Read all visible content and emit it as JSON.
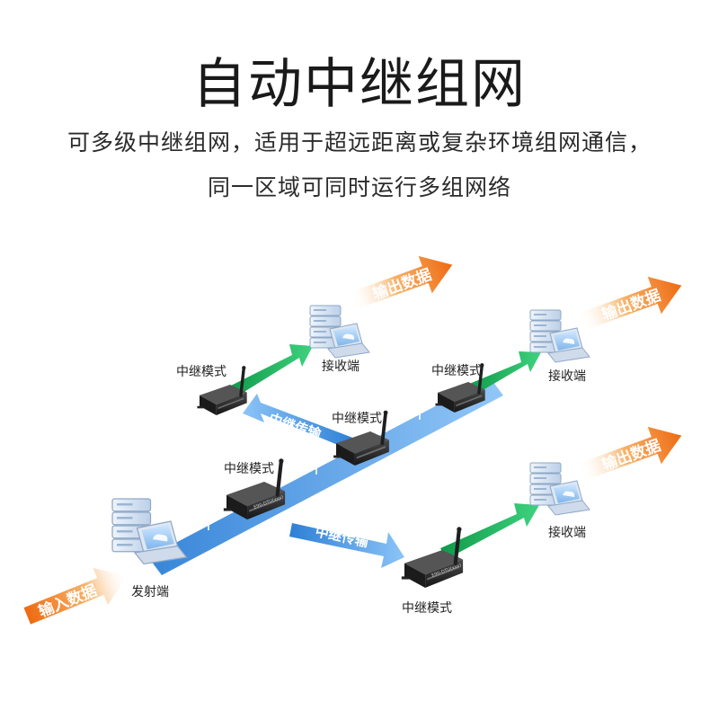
{
  "header": {
    "title": "自动中继组网",
    "subtitle_line1": "可多级中继组网，适用于超远距离或复杂环境组网通信，",
    "subtitle_line2": "同一区域可同时运行多组网络"
  },
  "diagram": {
    "labels": {
      "relay_mode": "中继模式",
      "relay_transfer": "中继传输",
      "receiver": "接收端",
      "sender": "发射端",
      "input_data": "输入数据",
      "output_data": "输出数据",
      "device_model": "E90-DTU(xxx)"
    },
    "colors": {
      "blue_path": "#3d8fe0",
      "green_path": "#16b35a",
      "orange_arrow": "#f07a1c",
      "device_body": "#2c2c2c"
    }
  }
}
